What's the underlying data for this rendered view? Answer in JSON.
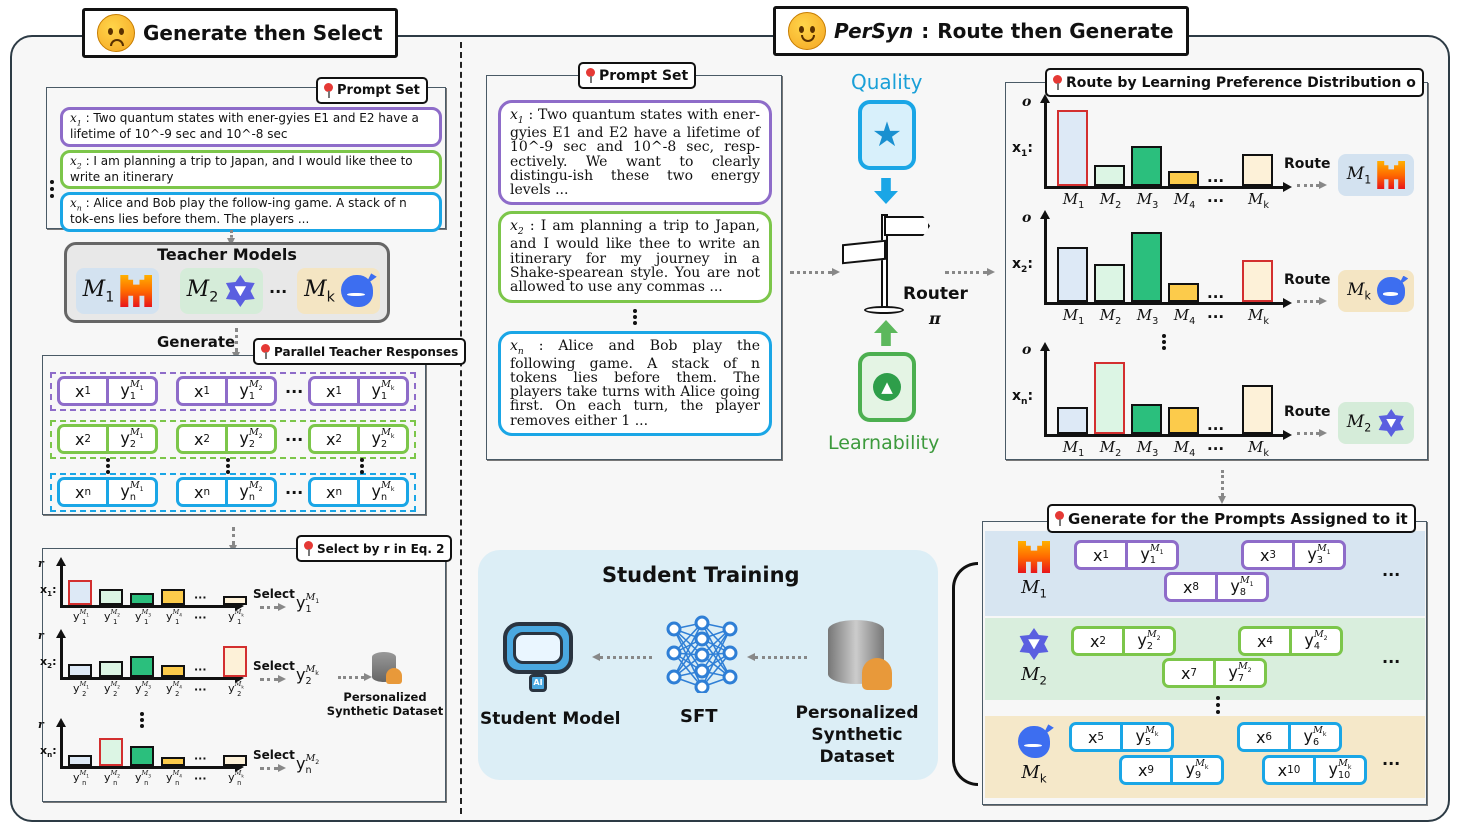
{
  "colors": {
    "purple": "#8e6cc9",
    "green": "#7cc64a",
    "blue": "#1aa6e6",
    "bar_blue": "#dde9f6",
    "bar_lgreen": "#dcf5e4",
    "bar_green": "#2bbf7d",
    "bar_yellow": "#fccb4b",
    "bar_cream": "#fdf1d8",
    "selected": "#d32f2f",
    "m1_bg": "#d3e2f0",
    "m2_bg": "#d5ecd9",
    "mk_bg": "#f4e5c3"
  },
  "left": {
    "title": "Generate then Select",
    "title_icon": "worried-face-icon",
    "prompt_set_label": "Prompt Set",
    "prompts": [
      {
        "var": "x",
        "sub": "1",
        "text": "Two quantum states with ener-gyies E1 and E2 have a lifetime of 10^-9 sec and 10^-8 sec"
      },
      {
        "var": "x",
        "sub": "2",
        "text": "I am planning a trip to Japan, and I would like thee to write an itinerary"
      },
      {
        "var": "x",
        "sub": "n",
        "text": "Alice and Bob play the follow-ing game. A stack of n tok-ens lies before them. The players ..."
      }
    ],
    "teacher_title": "Teacher Models",
    "teachers": [
      {
        "model": "1",
        "logo": "mistral-logo-icon"
      },
      {
        "model": "2",
        "logo": "qwen-logo-icon"
      },
      {
        "model": "k",
        "logo": "deepseek-logo-icon"
      }
    ],
    "generate_label": "Generate",
    "parallel_label": "Parallel Teacher Responses",
    "parallel_rows": [
      {
        "sub": "1",
        "color": "purple",
        "models": [
          "1",
          "2",
          "k"
        ]
      },
      {
        "sub": "2",
        "color": "green",
        "models": [
          "1",
          "2",
          "k"
        ]
      },
      {
        "sub": "n",
        "color": "blue",
        "models": [
          "1",
          "2",
          "k"
        ]
      }
    ],
    "select_label": "Select by r in Eq. 2",
    "axis_label": "r",
    "select_word": "Select",
    "select_charts": [
      {
        "prompt": "x1",
        "sub": "1",
        "models": [
          "1",
          "2",
          "3",
          "4",
          "k"
        ],
        "values": [
          35,
          22,
          17,
          22,
          13
        ],
        "selected": 0,
        "result_model": "1"
      },
      {
        "prompt": "x2",
        "sub": "2",
        "models": [
          "1",
          "2",
          "3",
          "4",
          "k"
        ],
        "values": [
          18,
          23,
          29,
          17,
          43
        ],
        "selected": 4,
        "result_model": "k"
      },
      {
        "prompt": "xn",
        "sub": "n",
        "models": [
          "1",
          "2",
          "3",
          "4",
          "k"
        ],
        "values": [
          15,
          40,
          28,
          13,
          15
        ],
        "selected": 1,
        "result_model": "2"
      }
    ],
    "dataset_label_1": "Personalized",
    "dataset_label_2": "Synthetic Dataset"
  },
  "right": {
    "title_name": "PerSyn",
    "title_sep": ":",
    "title_rest": "Route then Generate",
    "title_icon": "smiling-face-icon",
    "prompt_set_label": "Prompt Set",
    "prompts": [
      {
        "var": "x",
        "sub": "1",
        "text": "Two quantum states with ener-gyies E1 and E2 have a lifetime of 10^-9 sec and 10^-8 sec, resp-ectively. We want to clearly distingu-ish these two energy levels ..."
      },
      {
        "var": "x",
        "sub": "2",
        "text": "I am planning a trip to Japan, and I would like thee to write an itinerary for my journey in a Shake-spearean style. You are not allowed to use any commas ..."
      },
      {
        "var": "x",
        "sub": "n",
        "text": "Alice and Bob play the following game. A stack of n tokens lies before them. The players take turns with Alice going first. On each turn, the player removes either 1 ..."
      }
    ],
    "quality_label": "Quality",
    "learnability_label": "Learnability",
    "router_label": "Router",
    "router_symbol": "π",
    "route_label": "Route by Learning Preference Distribution o",
    "axis_label": "o",
    "route_word": "Route",
    "route_charts": [
      {
        "prompt": "x1",
        "models": [
          "1",
          "2",
          "3",
          "4",
          "k"
        ],
        "values": [
          0.36,
          0.1,
          0.19,
          0.07,
          0.15
        ],
        "selected": 0,
        "routed_model": "1",
        "routed_logo": "mistral-logo-icon"
      },
      {
        "prompt": "x2",
        "models": [
          "1",
          "2",
          "3",
          "4",
          "k"
        ],
        "values": [
          0.26,
          0.18,
          0.33,
          0.09,
          0.2
        ],
        "selected": 4,
        "routed_model": "k",
        "routed_logo": "deepseek-logo-icon"
      },
      {
        "prompt": "xn",
        "models": [
          "1",
          "2",
          "3",
          "4",
          "k"
        ],
        "values": [
          0.13,
          0.34,
          0.14,
          0.13,
          0.23
        ],
        "selected": 1,
        "routed_model": "2",
        "routed_logo": "qwen-logo-icon"
      }
    ],
    "generate_label": "Generate for the Prompts Assigned to it",
    "generate_bands": [
      {
        "model": "1",
        "logo": "mistral-logo-icon",
        "color": "purple",
        "pairs": [
          "1",
          "3",
          "8"
        ]
      },
      {
        "model": "2",
        "logo": "qwen-logo-icon",
        "color": "green",
        "pairs": [
          "2",
          "4",
          "7"
        ]
      },
      {
        "model": "k",
        "logo": "deepseek-logo-icon",
        "color": "blue",
        "pairs": [
          "5",
          "6",
          "9",
          "10"
        ]
      }
    ],
    "student_title": "Student Training",
    "student_model_label": "Student Model",
    "robot_badge": "AI",
    "sft_label": "SFT",
    "dataset_label_1": "Personalized",
    "dataset_label_2": "Synthetic Dataset"
  }
}
